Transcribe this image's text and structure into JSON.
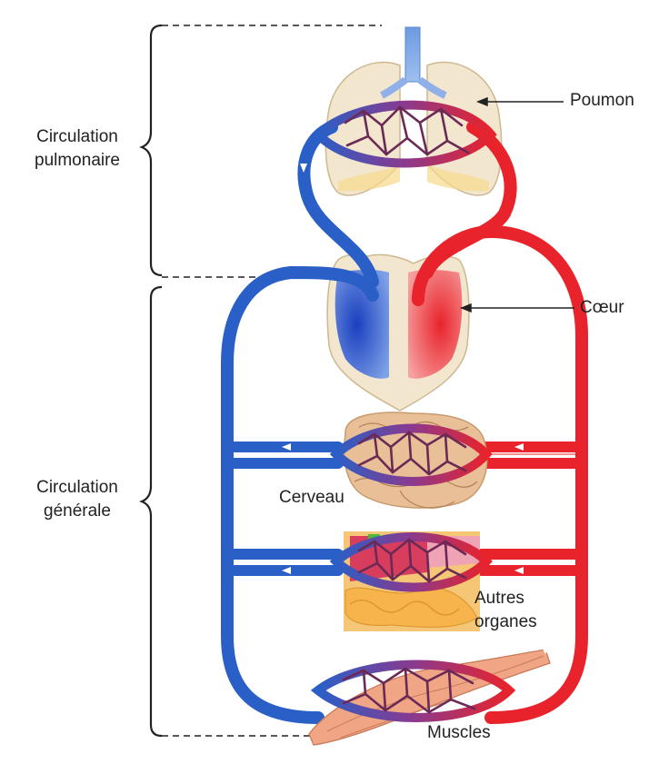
{
  "sections": {
    "pulmonary_line1": "Circulation",
    "pulmonary_line2": "pulmonaire",
    "systemic_line1": "Circulation",
    "systemic_line2": "générale"
  },
  "labels": {
    "lung": "Poumon",
    "heart": "Cœur",
    "brain": "Cerveau",
    "organs_line1": "Autres",
    "organs_line2": "organes",
    "muscles": "Muscles"
  },
  "colors": {
    "oxygenated": "#e8232b",
    "deoxygenated": "#2a5fc7",
    "tissue": "#f3e6cf",
    "capillary": "#6b2a55"
  },
  "icons": {
    "lung": "lung-icon",
    "heart": "heart-icon",
    "brain": "brain-icon",
    "organs": "organs-icon",
    "muscle": "muscle-icon"
  }
}
